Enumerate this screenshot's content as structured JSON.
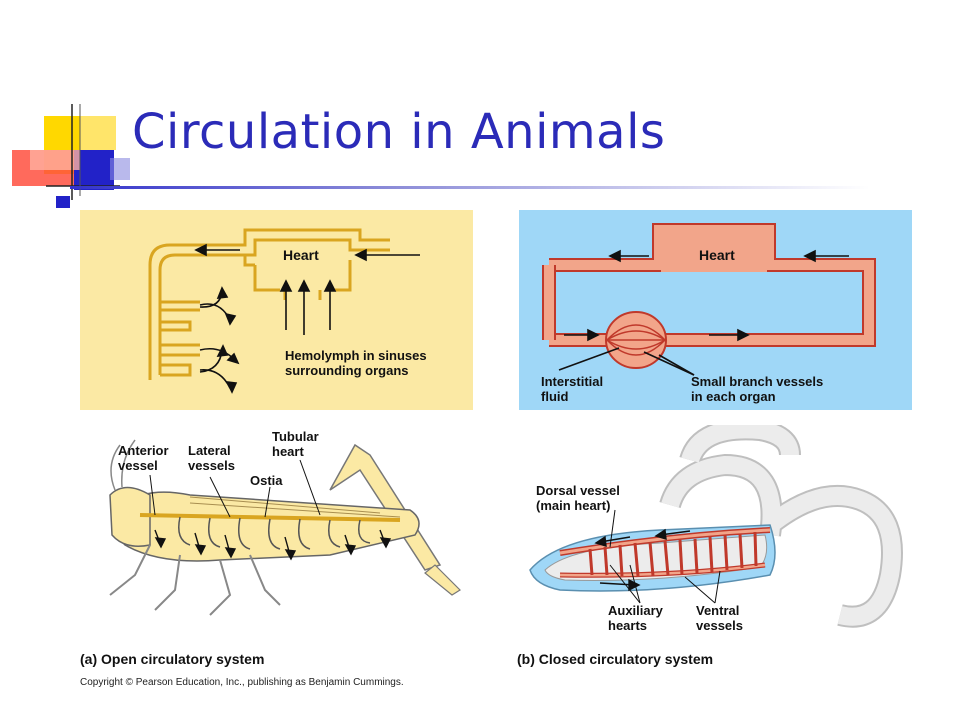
{
  "slide": {
    "title": "Circulation in Animals"
  },
  "open_system": {
    "diagram": {
      "heart_label": "Heart",
      "hemolymph_label": "Hemolymph in sinuses\nsurrounding organs"
    },
    "insect": {
      "anterior_vessel_label": "Anterior\nvessel",
      "lateral_vessels_label": "Lateral\nvessels",
      "ostia_label": "Ostia",
      "tubular_heart_label": "Tubular\nheart"
    },
    "caption": "(a) Open circulatory system"
  },
  "closed_system": {
    "diagram": {
      "heart_label": "Heart",
      "interstitial_fluid_label": "Interstitial\nfluid",
      "small_vessels_label": "Small branch vessels\nin each organ"
    },
    "worm": {
      "dorsal_vessel_label": "Dorsal vessel\n(main heart)",
      "auxiliary_hearts_label": "Auxiliary\nhearts",
      "ventral_vessels_label": "Ventral\nvessels"
    },
    "caption": "(b) Closed circulatory system"
  },
  "copyright": "Copyright © Pearson Education, Inc., publishing as Benjamin Cummings.",
  "colors": {
    "title": "#2b2bb8",
    "open_panel_bg": "#fbe9a4",
    "closed_panel_bg": "#9fd7f7",
    "vessel_red": "#f2a58a",
    "vessel_outline": "#c0392b",
    "hemolymph_yellow": "#f5c542"
  },
  "icons": [
    "decorative-squares",
    "grasshopper-illustration",
    "earthworm-illustration"
  ]
}
